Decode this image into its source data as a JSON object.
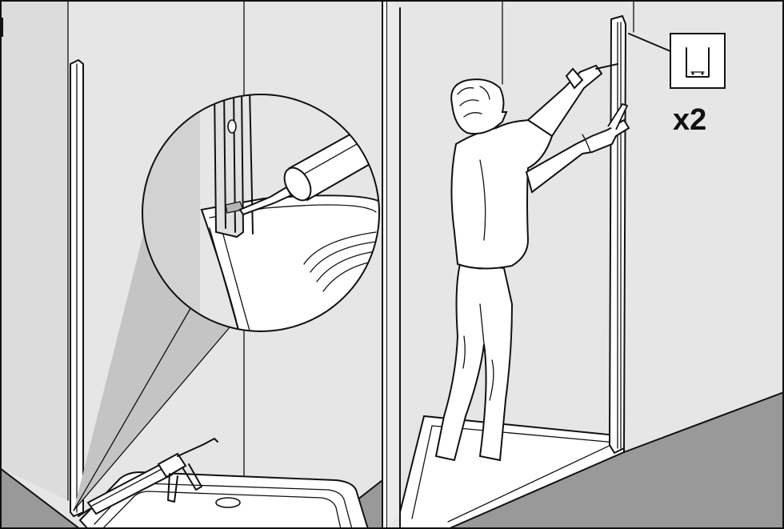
{
  "callout": {
    "quantity_label": "x2",
    "icon": "u-channel-profile-icon"
  },
  "colors": {
    "wall": "#e6e6e6",
    "wall_shadow": "#c4c4c4",
    "floor": "#999999",
    "tray": "#ffffff",
    "ink": "#111111"
  },
  "panels": [
    {
      "name": "apply-silicone-step",
      "tool": "caulking-gun-icon"
    },
    {
      "name": "fix-wall-profile-step",
      "tool": "screwdriver-icon"
    }
  ]
}
